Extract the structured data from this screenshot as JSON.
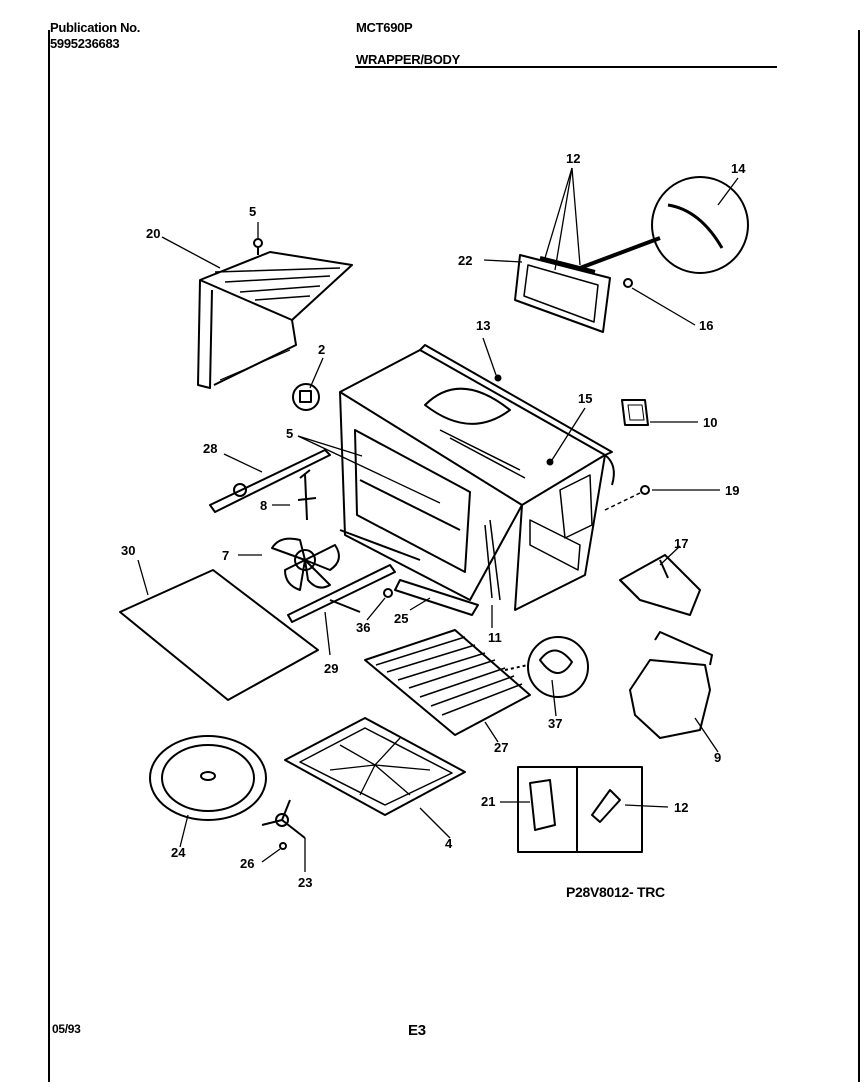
{
  "header": {
    "publication_label": "Publication No.",
    "publication_number": "5995236683",
    "model": "MCT690P",
    "section": "WRAPPER/BODY"
  },
  "diagram": {
    "part_labels": [
      "2",
      "4",
      "5",
      "5",
      "7",
      "8",
      "9",
      "10",
      "11",
      "12",
      "12",
      "13",
      "14",
      "15",
      "16",
      "17",
      "19",
      "20",
      "21",
      "22",
      "23",
      "24",
      "25",
      "26",
      "27",
      "28",
      "29",
      "30",
      "36",
      "37"
    ],
    "drawing_code": "P28V8012- TRC"
  },
  "footer": {
    "date": "05/93",
    "page": "E3"
  }
}
